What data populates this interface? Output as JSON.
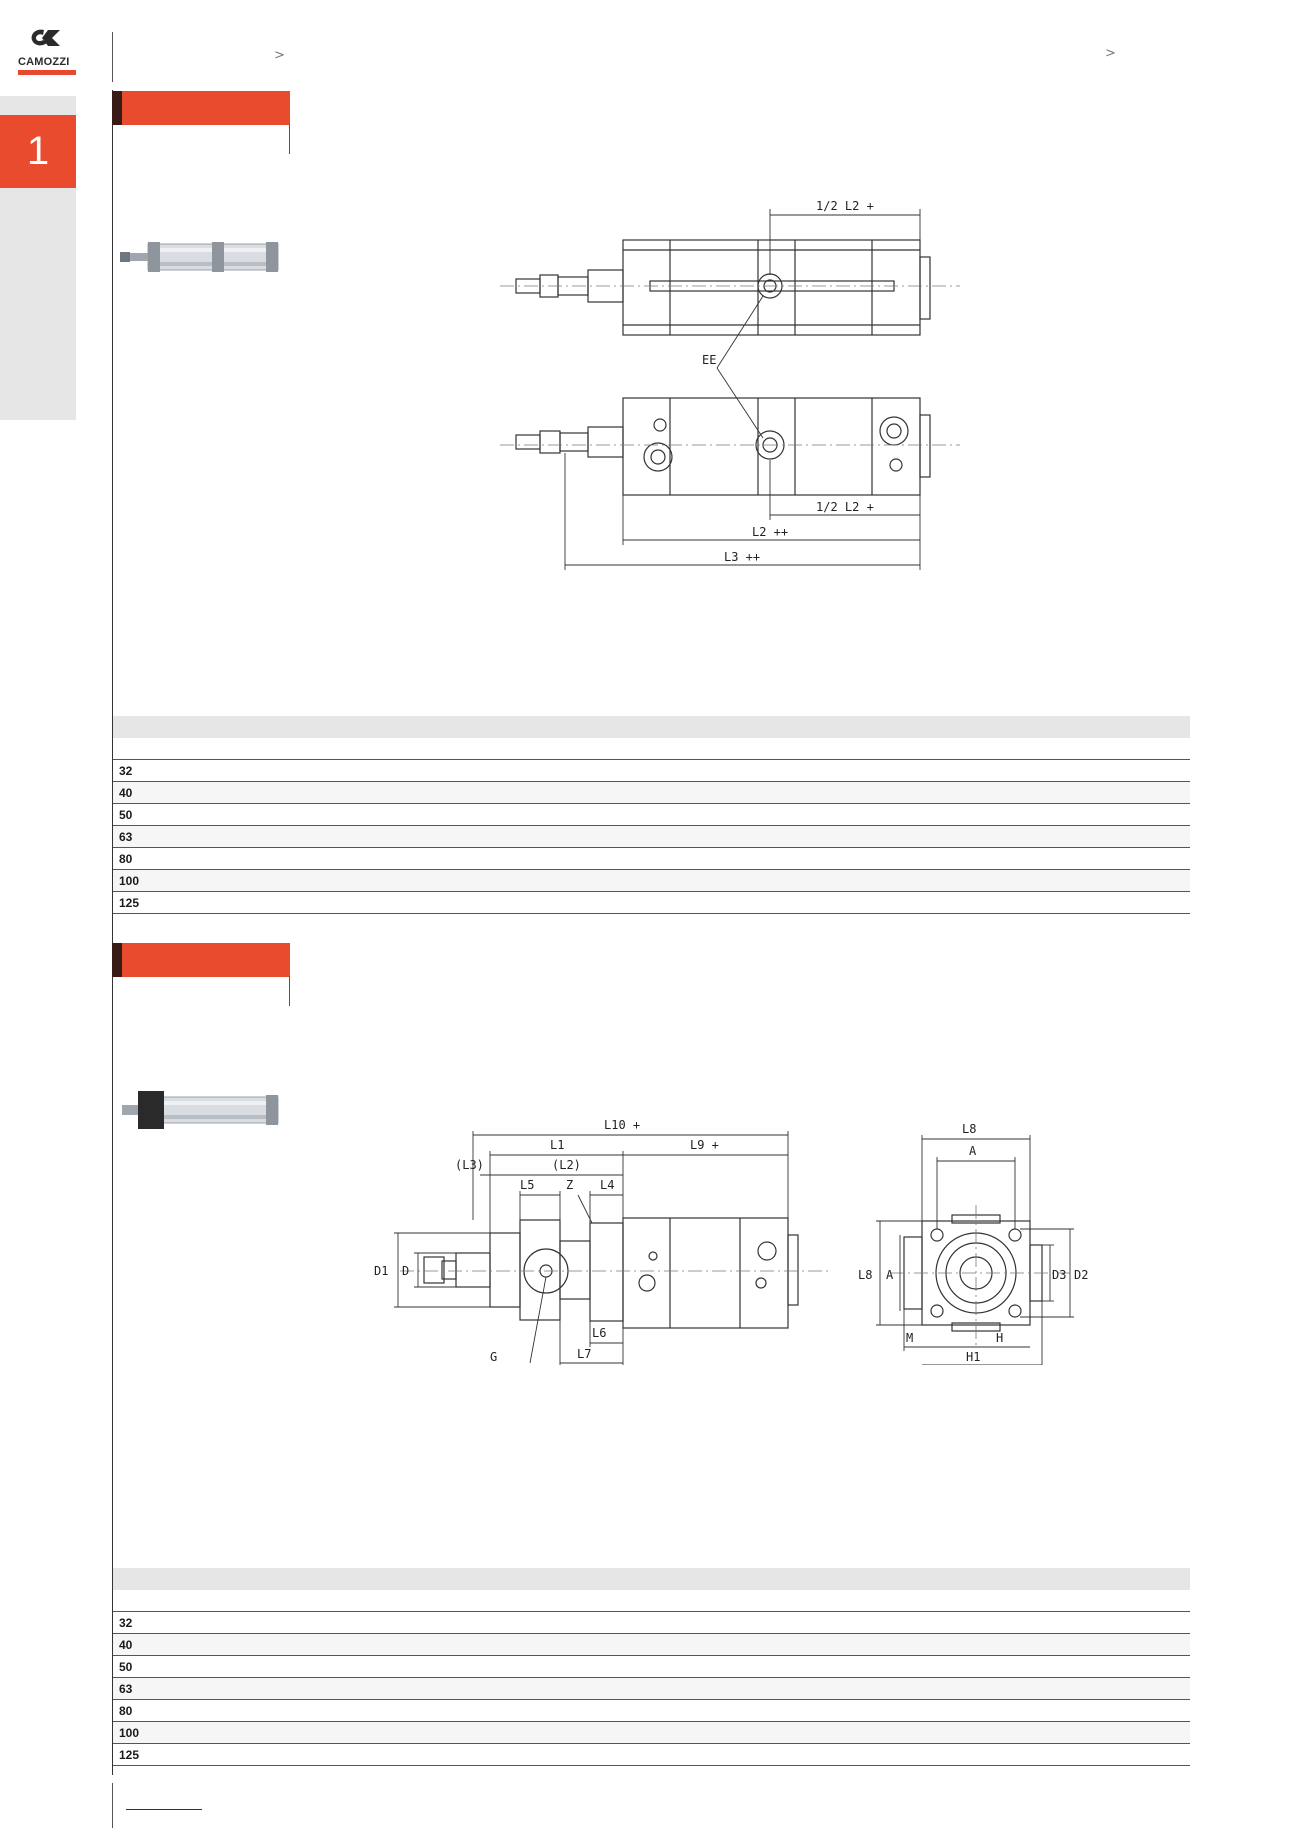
{
  "brand": {
    "name": "CAMOZZI",
    "accent": "#e84b2e"
  },
  "chapter": {
    "number": "1"
  },
  "header": {
    "chevron_left": ">",
    "chevron_right": ">"
  },
  "section1": {
    "drawing_labels": {
      "half_l2_top": "1/2 L2 +",
      "ee": "EE",
      "half_l2_bottom": "1/2 L2 +",
      "l2": "L2 ++",
      "l3": "L3 ++"
    },
    "table": {
      "rows": [
        "32",
        "40",
        "50",
        "63",
        "80",
        "100",
        "125"
      ]
    }
  },
  "section2": {
    "drawing_labels": {
      "l10": "L10 +",
      "l1": "L1",
      "l9": "L9 +",
      "l3p": "(L3)",
      "l2p": "(L2)",
      "l5": "L5",
      "z": "Z",
      "l4": "L4",
      "d1": "D1",
      "d": "D",
      "g": "G",
      "l6": "L6",
      "l7": "L7",
      "l8_top": "L8",
      "a_top": "A",
      "l8_side": "L8",
      "a_side": "A",
      "d3": "D3",
      "d2": "D2",
      "m": "M",
      "h": "H",
      "h1": "H1"
    },
    "table": {
      "rows": [
        "32",
        "40",
        "50",
        "63",
        "80",
        "100",
        "125"
      ]
    }
  }
}
